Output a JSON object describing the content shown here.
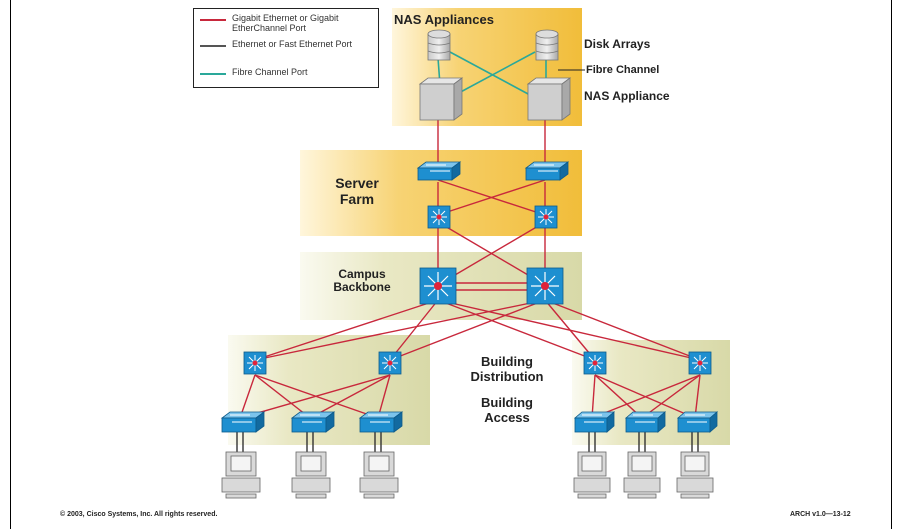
{
  "legend": {
    "gigabit": "Gigabit Ethernet or Gigabit EtherChannel Port",
    "ethernet": "Ethernet or Fast Ethernet Port",
    "fibre": "Fibre Channel Port"
  },
  "zones": {
    "nas": "NAS Appliances",
    "server_farm": "Server Farm",
    "campus_backbone": "Campus Backbone",
    "building_distribution": "Building Distribution",
    "building_access": "Building Access"
  },
  "labels": {
    "disk_arrays": "Disk Arrays",
    "fibre_channel": "Fibre Channel",
    "nas_appliance": "NAS Appliance"
  },
  "footer": {
    "copyright": "© 2003, Cisco Systems, Inc. All rights reserved.",
    "slide_id": "ARCH v1.0—13-12"
  },
  "colors": {
    "gigabit": "#c8283c",
    "ethernet": "#555555",
    "fibre": "#2aa89a",
    "zone": "#f2c24a",
    "access_zone": "#dfe0b0",
    "device": "#1e8fd0"
  }
}
